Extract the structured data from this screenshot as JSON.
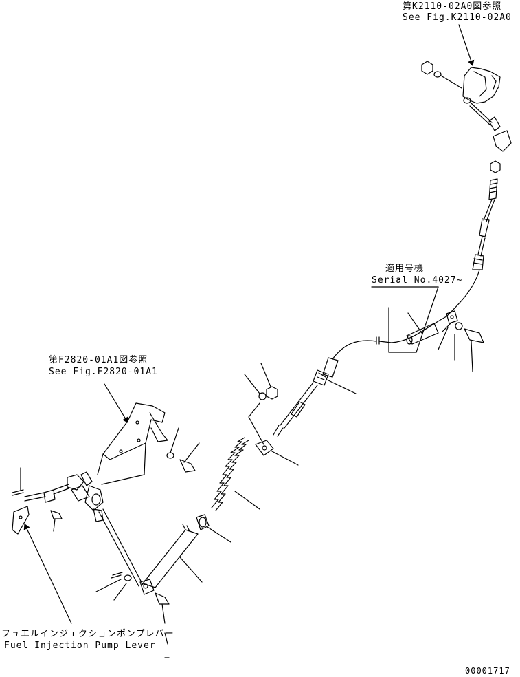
{
  "refs": {
    "top": {
      "jp": "第K2110-02A0図参照",
      "en": "See Fig.K2110-02A0"
    },
    "serial": {
      "jp": "適用号機",
      "en": "Serial No.4027~"
    },
    "left": {
      "jp": "第F2820-01A1図参照",
      "en": "See Fig.F2820-01A1"
    },
    "lever": {
      "jp": "フュエルインジェクションポンプレバー",
      "en": "Fuel Injection Pump Lever"
    }
  },
  "drawing_number": "00001717",
  "colors": {
    "line": "#000000",
    "background": "#ffffff"
  }
}
